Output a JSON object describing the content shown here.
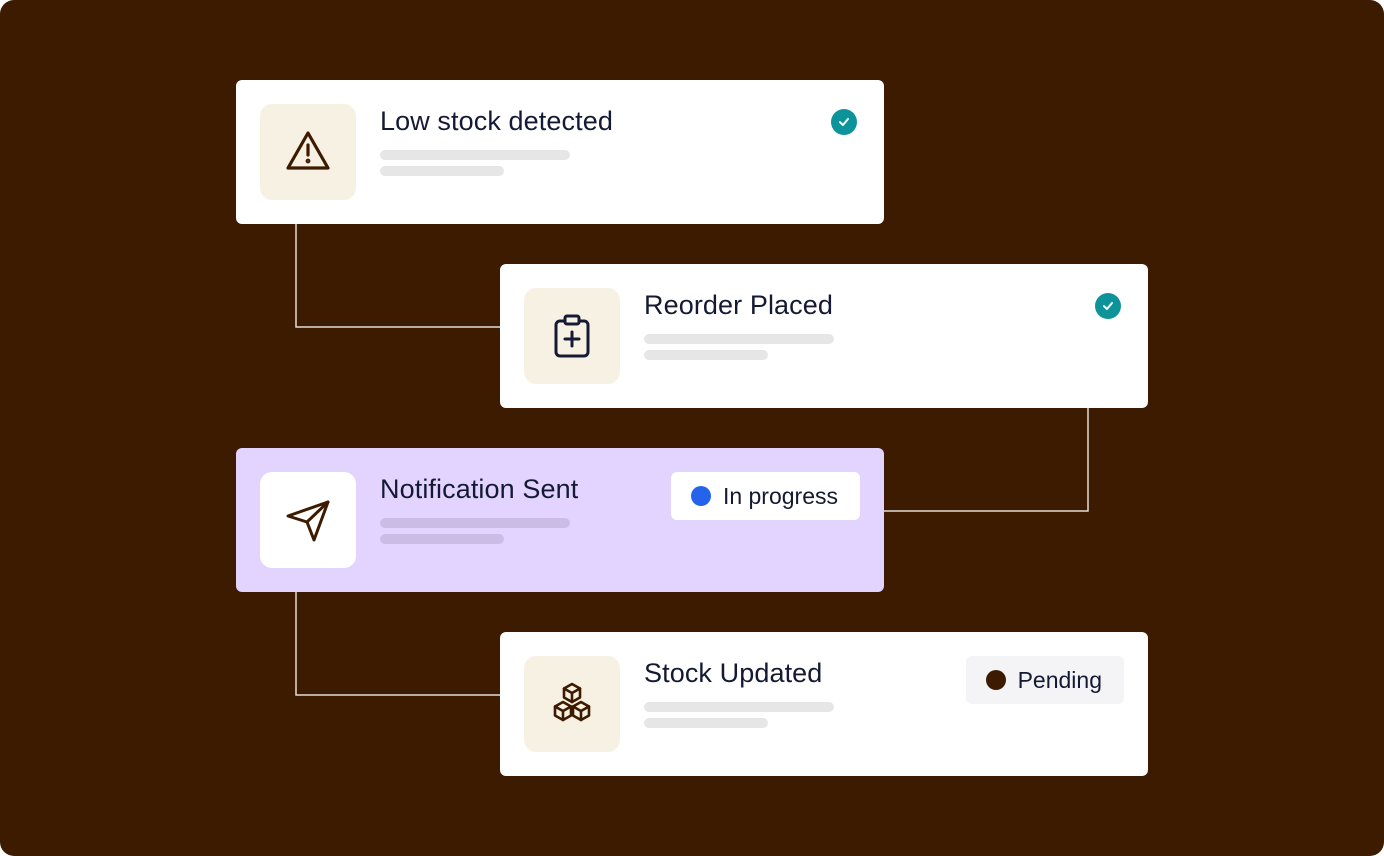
{
  "steps": [
    {
      "title": "Low stock detected",
      "icon": "warning-triangle-icon",
      "status": "done"
    },
    {
      "title": "Reorder Placed",
      "icon": "clipboard-plus-icon",
      "status": "done"
    },
    {
      "title": "Notification Sent",
      "icon": "send-icon",
      "status": "in_progress",
      "status_label": "In progress"
    },
    {
      "title": "Stock Updated",
      "icon": "boxes-icon",
      "status": "pending",
      "status_label": "Pending"
    }
  ],
  "colors": {
    "background": "#3d1b00",
    "card": "#ffffff",
    "active_card": "#e2d4ff",
    "icon_tile": "#f7f1e3",
    "check": "#0d949a",
    "in_progress_dot": "#2563eb",
    "pending_dot": "#3d1b00",
    "icon_stroke": "#3d1b00"
  }
}
